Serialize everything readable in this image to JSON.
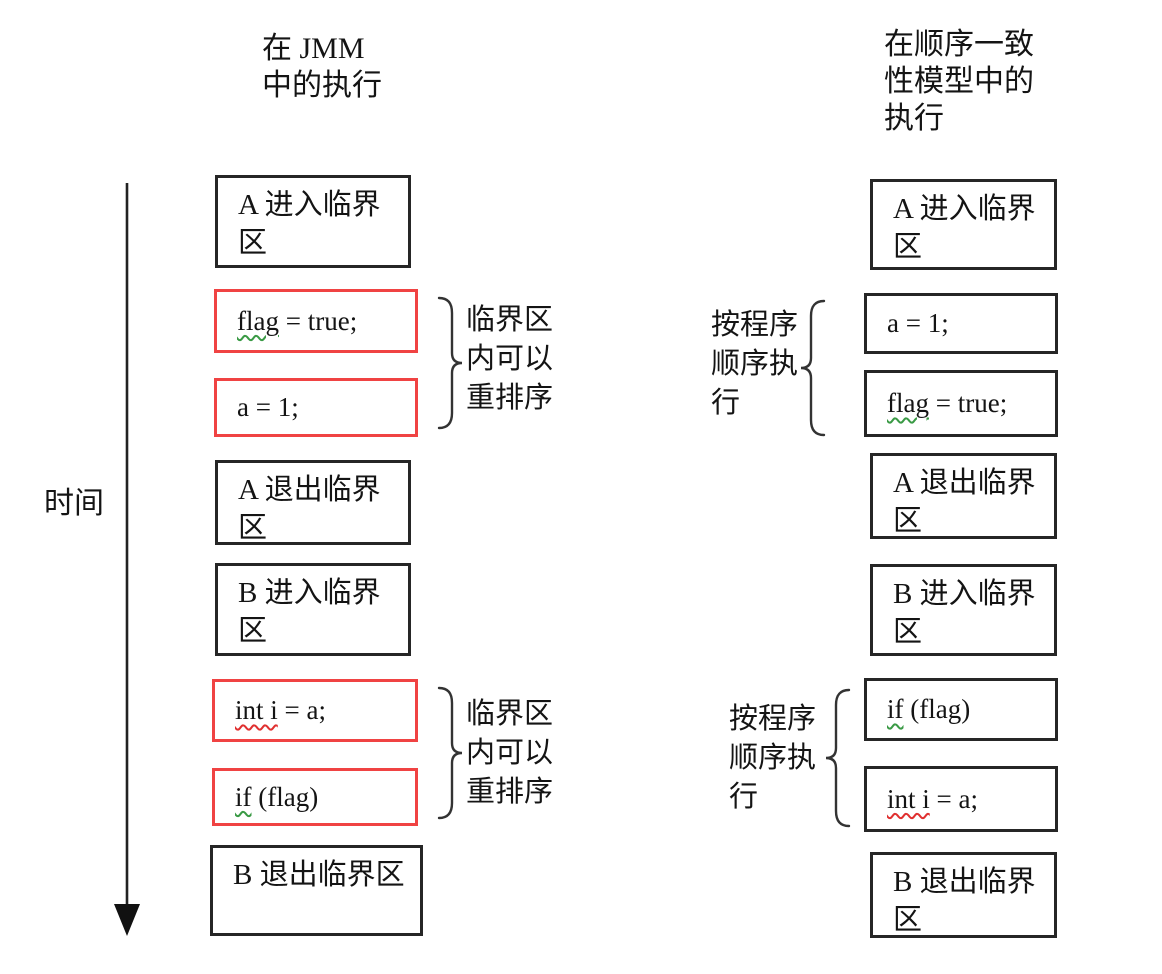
{
  "titles": {
    "left": "在 JMM\n中的执行",
    "right": "在顺序一致\n性模型中的\n执行"
  },
  "timeline": {
    "label": "时间"
  },
  "columns": {
    "left": {
      "boxes": [
        {
          "text": "A 进入临界\n区",
          "border": "black",
          "kind": "step"
        },
        {
          "border": "red",
          "kind": "code",
          "segments": [
            {
              "text": "flag",
              "underline": "green"
            },
            {
              "text": " = true;",
              "underline": "none"
            }
          ]
        },
        {
          "border": "red",
          "kind": "code",
          "segments": [
            {
              "text": "a = 1;",
              "underline": "none"
            }
          ]
        },
        {
          "text": "A 退出临界\n区",
          "border": "black",
          "kind": "step"
        },
        {
          "text": "B 进入临界\n区",
          "border": "black",
          "kind": "step"
        },
        {
          "border": "red",
          "kind": "code",
          "segments": [
            {
              "text": "int i",
              "underline": "red"
            },
            {
              "text": " = a;",
              "underline": "none"
            }
          ]
        },
        {
          "border": "red",
          "kind": "code",
          "segments": [
            {
              "text": "if",
              "underline": "green"
            },
            {
              "text": " (flag)",
              "underline": "none"
            }
          ]
        },
        {
          "text": "B 退出临界区",
          "border": "black",
          "kind": "step"
        }
      ],
      "annotations": [
        {
          "label": "临界区\n内可以\n重排序"
        },
        {
          "label": "临界区\n内可以\n重排序"
        }
      ]
    },
    "right": {
      "boxes": [
        {
          "text": "A 进入临界\n区",
          "border": "black",
          "kind": "step"
        },
        {
          "border": "black",
          "kind": "code",
          "segments": [
            {
              "text": "a = 1;",
              "underline": "none"
            }
          ]
        },
        {
          "border": "black",
          "kind": "code",
          "segments": [
            {
              "text": "flag",
              "underline": "green"
            },
            {
              "text": " = true;",
              "underline": "none"
            }
          ]
        },
        {
          "text": "A 退出临界\n区",
          "border": "black",
          "kind": "step"
        },
        {
          "text": "B 进入临界\n区",
          "border": "black",
          "kind": "step"
        },
        {
          "border": "black",
          "kind": "code",
          "segments": [
            {
              "text": "if",
              "underline": "green"
            },
            {
              "text": " (flag)",
              "underline": "none"
            }
          ]
        },
        {
          "border": "black",
          "kind": "code",
          "segments": [
            {
              "text": "int i",
              "underline": "red"
            },
            {
              "text": " = a;",
              "underline": "none"
            }
          ]
        },
        {
          "text": "B 退出临界\n区",
          "border": "black",
          "kind": "step"
        }
      ],
      "annotations": [
        {
          "label": "按程序\n顺序执\n行"
        },
        {
          "label": "按程序\n顺序执\n行"
        }
      ]
    }
  },
  "colors": {
    "box_border": "#262626",
    "highlight_border": "#f04343",
    "underline_green": "#3a9a45",
    "underline_red": "#e03030",
    "text": "#141414"
  }
}
